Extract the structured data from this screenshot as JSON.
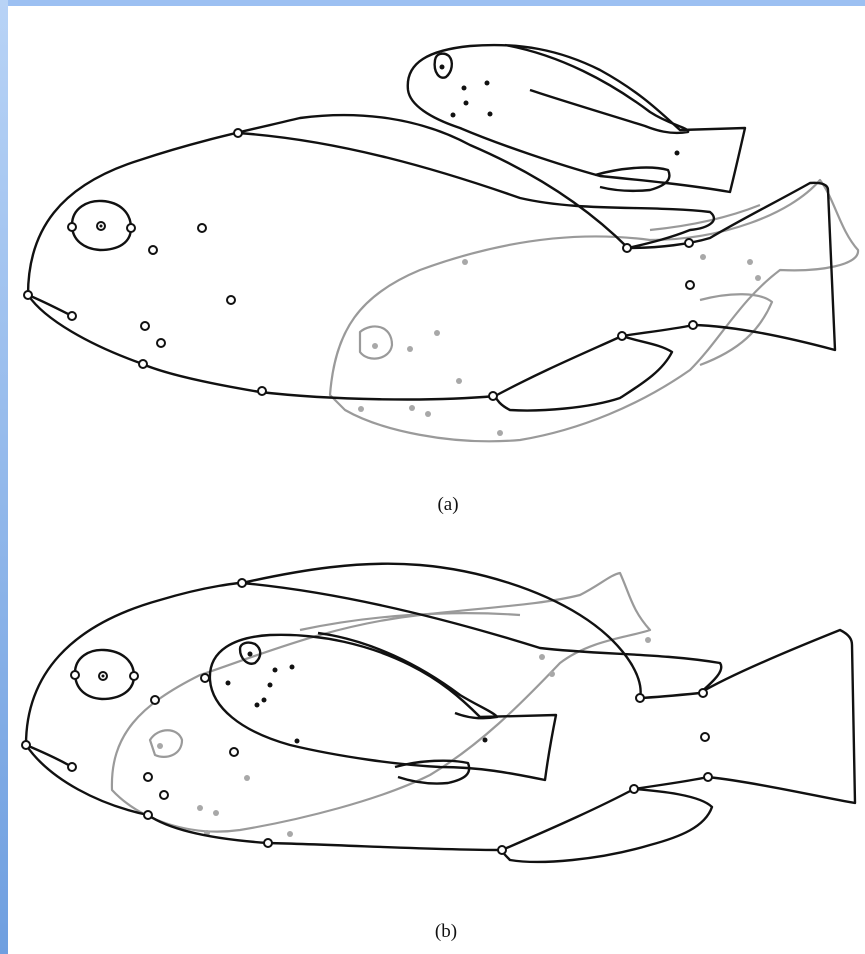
{
  "panels": [
    {
      "id": "a",
      "caption": "(a)"
    },
    {
      "id": "b",
      "caption": "(b)"
    }
  ],
  "colors": {
    "reference_outline": "#111111",
    "target_outline": "#9a9a9a",
    "window_frame": "#6f9fe0"
  }
}
